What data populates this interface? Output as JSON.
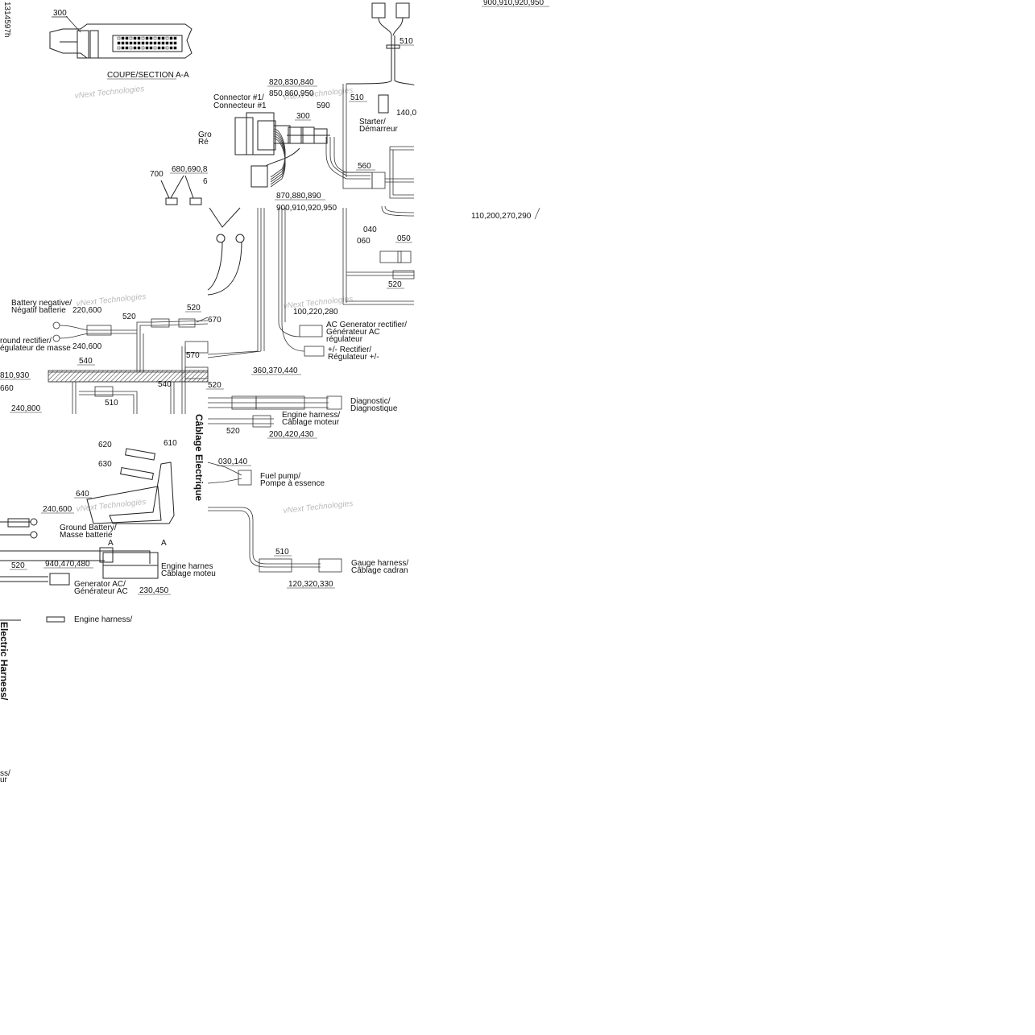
{
  "doc_id": "1314597h",
  "watermark": "vNext Technologies",
  "section_title": "COUPE/SECTION A-A",
  "section_letter": "A",
  "titles": {
    "electric_harness": "Electric Harness/",
    "cablage_electrique": "Câblage Electrique"
  },
  "numbers": {
    "n300a": "300",
    "n900_top": "900,910,920,950",
    "n510a": "510",
    "n820": "820,830,840",
    "n850": "850,860,950",
    "n510b": "510",
    "n590": "590",
    "n300b": "300",
    "n140": "140,0",
    "n560": "560",
    "n700": "700",
    "n680": "680,690,8",
    "n6": "6",
    "n870": "870,880,890",
    "n900b": "900,910,920,950",
    "n110": "110,200,270,290",
    "n040": "040",
    "n060": "060",
    "n050": "050",
    "n520a": "520",
    "n220": "220,600",
    "n520b": "520",
    "n520c": "520",
    "n670": "670",
    "n100": "100,220,280",
    "n240a": "240,600",
    "n570": "570",
    "n540a": "540",
    "n810": "810,930",
    "n360": "360,370,440",
    "n660": "660",
    "n540b": "540",
    "n520d": "520",
    "n510c": "510",
    "n240b": "240,800",
    "n520e": "520",
    "n200": "200,420,430",
    "n620": "620",
    "n610": "610",
    "n630": "630",
    "n030": "030,140",
    "n640": "640",
    "n240c": "240,600",
    "n510d": "510",
    "n520f": "520",
    "n940": "940,470,480",
    "n120": "120,320,330",
    "n230": "230,450"
  },
  "labels": {
    "connector1_a": "Connector #1/",
    "connector1_b": "Connecteur #1",
    "starter_a": "Starter/",
    "starter_b": "Démarreur",
    "ground_reg_a": "Gro",
    "ground_reg_b": "Ré",
    "battery_neg_a": "Battery negative/",
    "battery_neg_b": "Négatif batterie",
    "ground_rect_a": "round rectifier/",
    "ground_rect_b": "égulateur de masse",
    "ac_gen_a": "AC Generator rectifier/",
    "ac_gen_b": "Générateur AC",
    "ac_gen_c": "régulateur",
    "rect_pm_a": "+/- Rectifier/",
    "rect_pm_b": "Régulateur +/-",
    "diag_a": "Diagnostic/",
    "diag_b": "Diagnostique",
    "engine1_a": "Engine harness/",
    "engine1_b": "Câblage moteur",
    "fuel_a": "Fuel pump/",
    "fuel_b": "Pompe à essence",
    "ground_batt_a": "Ground Battery/",
    "ground_batt_b": "Masse batterie",
    "engine2_a": "Engine harnes",
    "engine2_b": "Câblage moteu",
    "gen_ac_a": "Generator AC/",
    "gen_ac_b": "Générateur AC",
    "gauge_a": "Gauge harness/",
    "gauge_b": "Câblage cadran",
    "engine3_a": "Engine harness/",
    "tail_a": "ss/",
    "tail_b": "ur"
  }
}
